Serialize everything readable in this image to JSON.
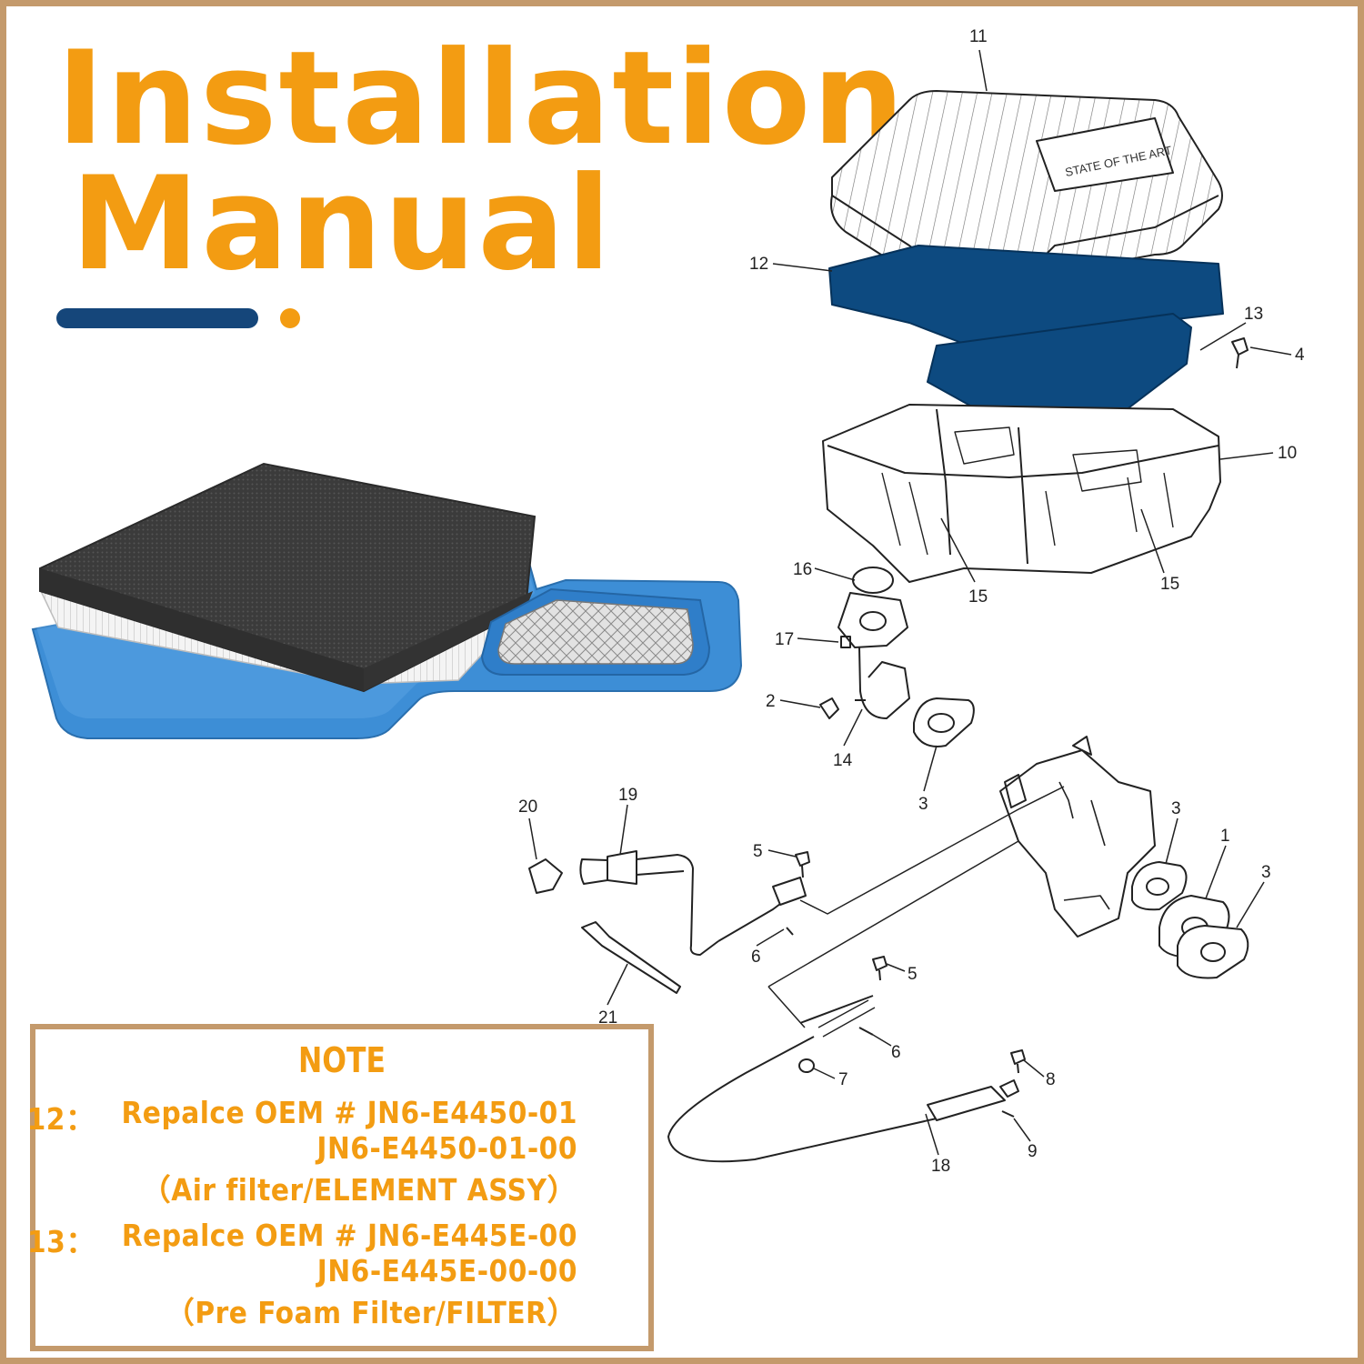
{
  "title": {
    "line1": "Installation",
    "line2": "Manual"
  },
  "colors": {
    "accent": "#f39c12",
    "navy": "#15467a",
    "frame": "#c49a6c",
    "filter_blue": "#3d8ed6",
    "foam_dark": "#3a3a3a",
    "diagram_highlight": "#0d4a80"
  },
  "callouts": [
    "11",
    "12",
    "13",
    "4",
    "10",
    "15",
    "15",
    "16",
    "17",
    "2",
    "14",
    "3",
    "20",
    "19",
    "5",
    "6",
    "21",
    "3",
    "1",
    "3",
    "5",
    "6",
    "7",
    "8",
    "9",
    "18"
  ],
  "note": {
    "title": "NOTE",
    "items": [
      {
        "number": "12：",
        "lines": [
          "Repalce OEM # JN6-E4450-01",
          "JN6-E4450-01-00",
          "（Air filter/ELEMENT ASSY）"
        ]
      },
      {
        "number": "13：",
        "lines": [
          "Repalce OEM # JN6-E445E-00",
          "JN6-E445E-00-00",
          "（Pre Foam Filter/FILTER）"
        ]
      }
    ]
  }
}
